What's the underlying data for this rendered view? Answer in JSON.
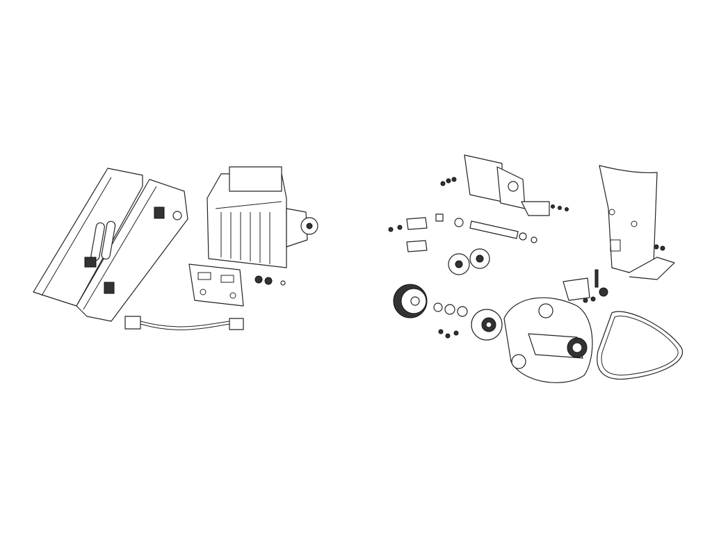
{
  "colors": {
    "background": "#ffffff",
    "line": "#222222",
    "fill": "#ffffff",
    "dark": "#333333"
  },
  "groups": [
    {
      "id": "left-assembly",
      "parts": [
        "cover-panels",
        "print-mechanism",
        "bracket-plate",
        "cable-harness",
        "small-hardware"
      ]
    },
    {
      "id": "right-assembly",
      "parts": [
        "sensor-plate",
        "roller",
        "pulleys",
        "drive-wheel",
        "bearing-hub",
        "side-frame",
        "curved-cover",
        "belt",
        "screws"
      ]
    }
  ]
}
